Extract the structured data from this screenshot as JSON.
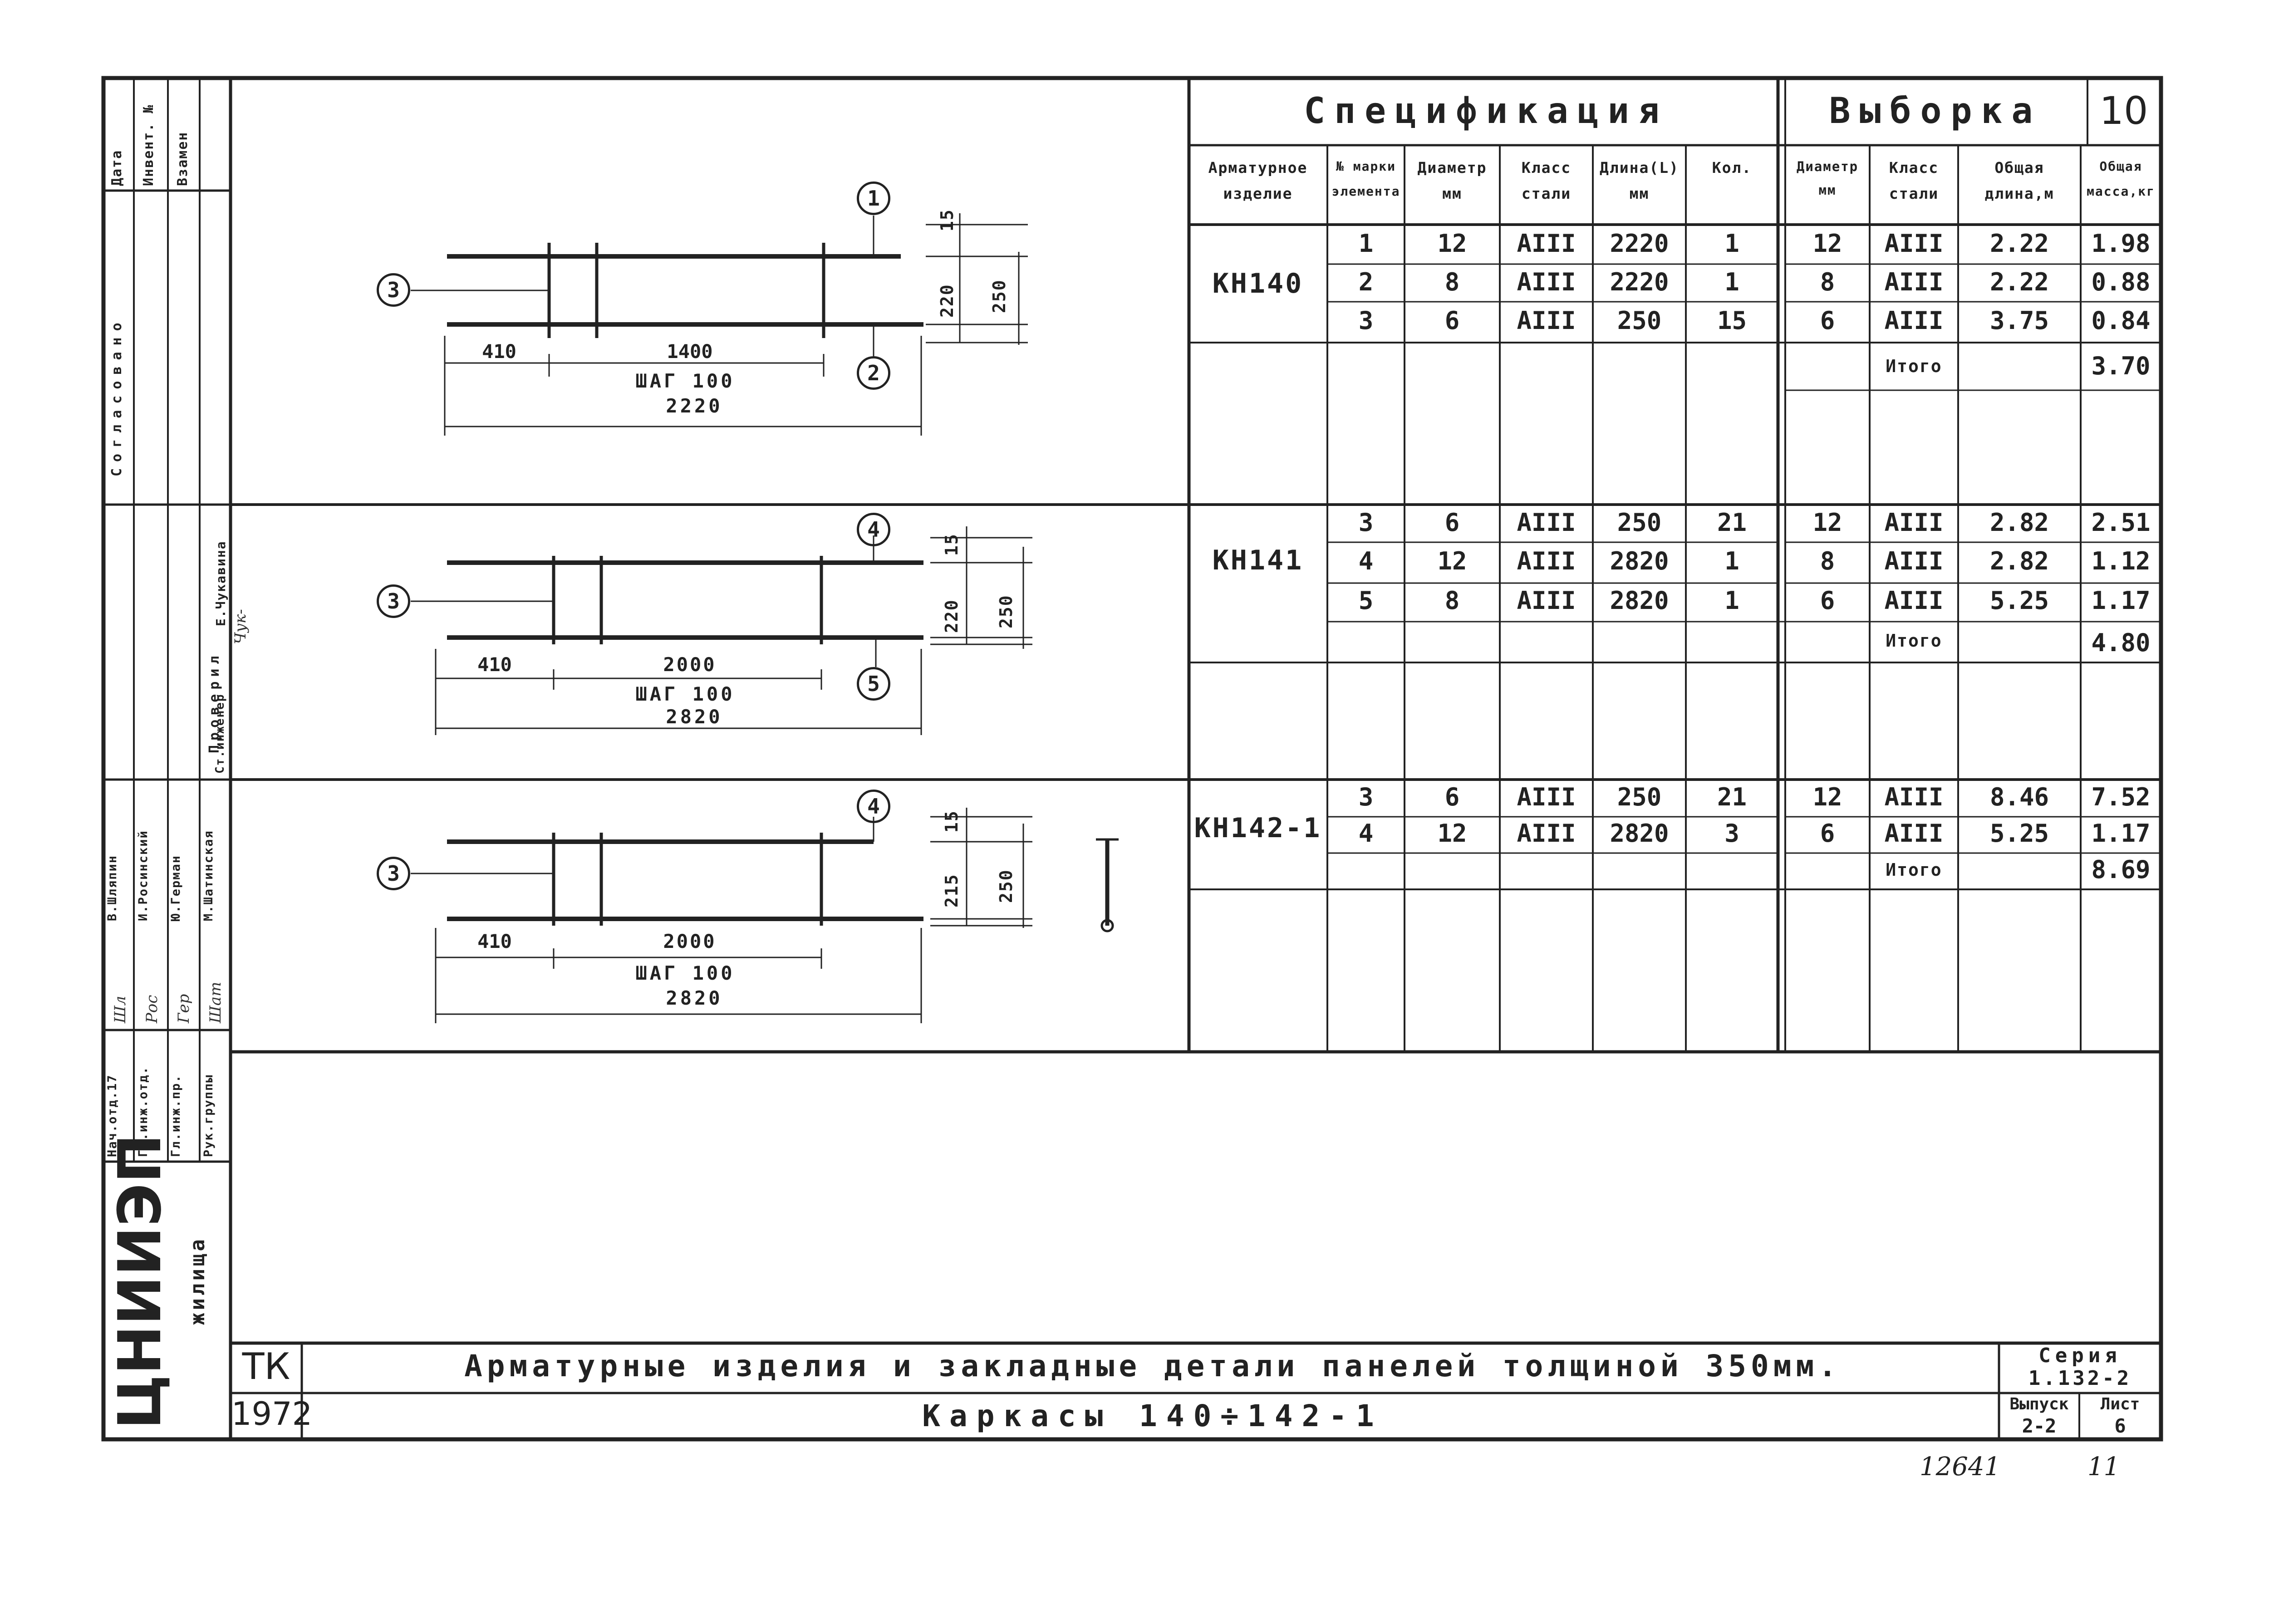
{
  "sheet_number": "10",
  "spec": {
    "title": "Спецификация",
    "selection_title": "Выборка",
    "headers": [
      [
        "Арматурное",
        "изделие"
      ],
      [
        "№ марки",
        "элемента"
      ],
      [
        "Диаметр",
        "мм"
      ],
      [
        "Класс",
        "стали"
      ],
      [
        "Длина(L)",
        "мм"
      ],
      [
        "Кол.",
        ""
      ],
      [
        "Диаметр",
        "мм"
      ],
      [
        "Класс",
        "стали"
      ],
      [
        "Общая",
        "длина,м"
      ],
      [
        "Общая",
        "масса,кг"
      ]
    ],
    "groups": [
      {
        "mark": "КН140",
        "rows": [
          [
            "1",
            "12",
            "АIII",
            "2220",
            "1"
          ],
          [
            "2",
            "8",
            "АIII",
            "2220",
            "1"
          ],
          [
            "3",
            "6",
            "АIII",
            "250",
            "15"
          ]
        ],
        "selection": [
          [
            "12",
            "АIII",
            "2.22",
            "1.98"
          ],
          [
            "8",
            "АIII",
            "2.22",
            "0.88"
          ],
          [
            "6",
            "АIII",
            "3.75",
            "0.84"
          ]
        ],
        "total_label": "Итого",
        "total": "3.70"
      },
      {
        "mark": "КН141",
        "rows": [
          [
            "3",
            "6",
            "АIII",
            "250",
            "21"
          ],
          [
            "4",
            "12",
            "АIII",
            "2820",
            "1"
          ],
          [
            "5",
            "8",
            "АIII",
            "2820",
            "1"
          ]
        ],
        "selection": [
          [
            "12",
            "АIII",
            "2.82",
            "2.51"
          ],
          [
            "8",
            "АIII",
            "2.82",
            "1.12"
          ],
          [
            "6",
            "АIII",
            "5.25",
            "1.17"
          ]
        ],
        "total_label": "Итого",
        "total": "4.80"
      },
      {
        "mark": "КН142-1",
        "rows": [
          [
            "3",
            "6",
            "АIII",
            "250",
            "21"
          ],
          [
            "4",
            "12",
            "АIII",
            "2820",
            "3"
          ]
        ],
        "selection": [
          [
            "12",
            "АIII",
            "8.46",
            "7.52"
          ],
          [
            "6",
            "АIII",
            "5.25",
            "1.17"
          ]
        ],
        "total_label": "Итого",
        "total": "8.69"
      }
    ]
  },
  "drawings": [
    {
      "pos_top": "1",
      "pos_bottom": "2",
      "pos_left": "3",
      "dim_left": "410",
      "dim_mid": "1400",
      "step": "ШАГ 100",
      "total": "2220",
      "dim_v_top": "15",
      "dim_v_mid": "220",
      "dim_v_total": "250"
    },
    {
      "pos_top": "4",
      "pos_bottom": "5",
      "pos_left": "3",
      "dim_left": "410",
      "dim_mid": "2000",
      "step": "ШАГ 100",
      "total": "2820",
      "dim_v_top": "15",
      "dim_v_mid": "220",
      "dim_v_total": "250"
    },
    {
      "pos_top": "4",
      "pos_left": "3",
      "dim_left": "410",
      "dim_mid": "2000",
      "step": "ШАГ 100",
      "total": "2820",
      "dim_v_top": "15",
      "dim_v_mid": "215",
      "dim_v_total": "250"
    }
  ],
  "title_block": {
    "org": "ТК",
    "year": "1972",
    "title_line1": "Арматурные изделия и закладные детали панелей толщиной 350мм.",
    "title_line2": "Каркасы 140÷142-1",
    "series_label": "Серия",
    "series": "1.132-2",
    "issue_label": "Выпуск",
    "issue": "2-2",
    "sheet_label": "Лист",
    "sheet": "6",
    "logo_text": "ЦНИИЭП",
    "logo_sub": "жилища"
  },
  "side_stamp": {
    "date_label": "Дата",
    "inv_label": "Инвент. №",
    "repl_label": "Взамен",
    "agreed_label": "Согласовано",
    "checked_label": "Проверил",
    "checked_person": "Е.Чукавина",
    "engineer_label": "Ст.инженер",
    "roles": [
      "Нач.отд.17",
      "Гл.инж.отд.",
      "Гл.инж.пр.",
      "Рук.группы"
    ],
    "people": [
      "В.Шляпин",
      "И.Росинский",
      "Ю.Герман",
      "М.Шатинская"
    ]
  },
  "footer": {
    "inventory": "12641",
    "page": "11"
  }
}
